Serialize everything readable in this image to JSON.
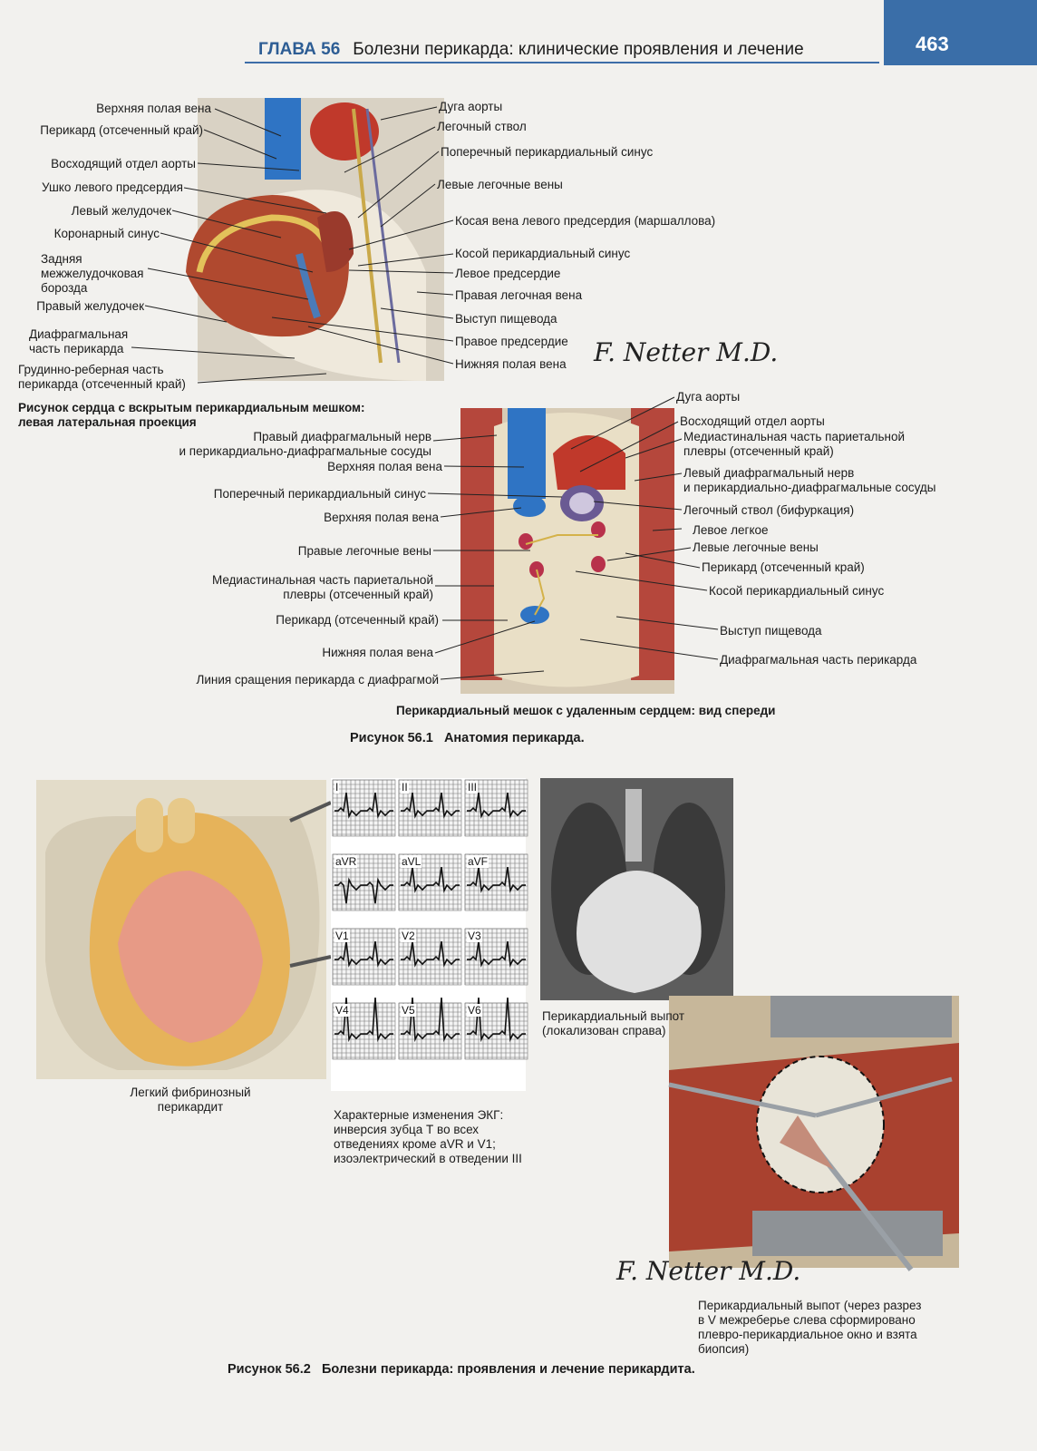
{
  "header": {
    "chapter": "ГЛАВА 56",
    "title": "Болезни перикарда: клинические проявления и лечение",
    "page_number": "463"
  },
  "figure1": {
    "top_panel": {
      "left_labels": [
        "Верхняя полая вена",
        "Перикард (отсеченный край)",
        "Восходящий отдел аорты",
        "Ушко левого предсердия",
        "Левый желудочек",
        "Коронарный синус",
        "Задняя",
        "межжелудочковая",
        "борозда",
        "Правый желудочек",
        "Диафрагмальная",
        "часть перикарда",
        "Грудинно-реберная часть",
        "перикарда (отсеченный край)"
      ],
      "right_labels": [
        "Дуга аорты",
        "Легочный ствол",
        "Поперечный перикардиальный синус",
        "Левые легочные вены",
        "Косая вена левого предсердия (маршаллова)",
        "Косой перикардиальный синус",
        "Левое предсердие",
        "Правая легочная вена",
        "Выступ пищевода",
        "Правое предсердие",
        "Нижняя полая вена"
      ],
      "caption_line1": "Рисунок сердца с вскрытым перикардиальным мешком:",
      "caption_line2": "левая латеральная проекция"
    },
    "bottom_panel": {
      "left_labels": [
        "Правый диафрагмальный нерв",
        "и перикардиально-диафрагмальные сосуды",
        "Верхняя полая вена",
        "Поперечный перикардиальный синус",
        "Верхняя полая вена",
        "Правые легочные вены",
        "Медиастинальная часть париетальной",
        "плевры (отсеченный край)",
        "Перикард (отсеченный край)",
        "Нижняя полая вена",
        "Линия сращения перикарда с диафрагмой"
      ],
      "right_labels": [
        "Дуга аорты",
        "Восходящий отдел аорты",
        "Медиастинальная часть париетальной",
        "плевры (отсеченный край)",
        "Левый диафрагмальный нерв",
        "и перикардиально-диафрагмальные сосуды",
        "Легочный ствол (бифуркация)",
        "Левое легкое",
        "Левые легочные вены",
        "Перикард (отсеченный край)",
        "Косой перикардиальный синус",
        "Выступ пищевода",
        "Диафрагмальная часть перикарда"
      ],
      "caption": "Перикардиальный мешок с удаленным сердцем: вид спереди"
    },
    "caption_number": "Рисунок 56.1",
    "caption_text": "Анатомия перикарда.",
    "signature": "F. Netter M.D."
  },
  "figure2": {
    "heart_caption": [
      "Легкий фибринозный",
      "перикардит"
    ],
    "ecg_leads": [
      "I",
      "II",
      "III",
      "aVR",
      "aVL",
      "aVF",
      "V1",
      "V2",
      "V3",
      "V4",
      "V5",
      "V6"
    ],
    "ecg_caption": [
      "Характерные изменения ЭКГ:",
      "инверсия зубца Т во всех",
      "отведениях кроме aVR и V1;",
      "изоэлектрический в отведении III"
    ],
    "xray_caption": [
      "Перикардиальный выпот",
      "(локализован справа)"
    ],
    "surgery_caption": [
      "Перикардиальный выпот (через разрез",
      "в V межреберье слева сформировано",
      "плевро-перикардиальное окно и взята",
      "биопсия)"
    ],
    "caption_number": "Рисунок 56.2",
    "caption_text": "Болезни перикарда: проявления и лечение перикардита.",
    "signature": "F. Netter M.D."
  },
  "colors": {
    "accent_blue": "#3a6ea8",
    "header_text_blue": "#2d5d94"
  }
}
